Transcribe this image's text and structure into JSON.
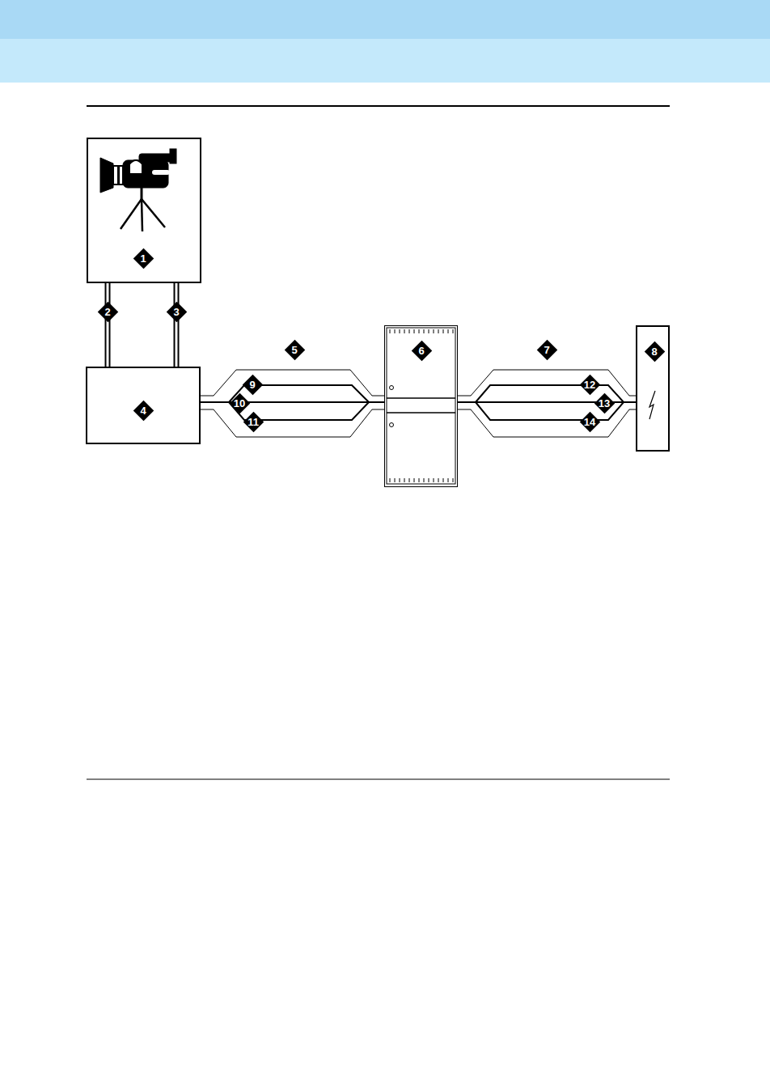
{
  "diagram": {
    "nodes": [
      {
        "text": [
          "1"
        ]
      },
      {
        "text": [
          "4"
        ]
      },
      {
        "text": [
          "6"
        ]
      },
      {
        "text": [
          "8"
        ]
      }
    ],
    "edges": [
      {
        "from": 0,
        "to": 1,
        "label": "2",
        "arrow": "none"
      },
      {
        "from": 0,
        "to": 1,
        "label": "3",
        "arrow": "none"
      },
      {
        "from": 1,
        "to": 2,
        "label": "5",
        "arrow": "none"
      },
      {
        "from": 2,
        "to": 3,
        "label": "7",
        "arrow": "none"
      }
    ],
    "labels": [
      "9",
      "10",
      "11",
      "12",
      "13",
      "14"
    ]
  }
}
